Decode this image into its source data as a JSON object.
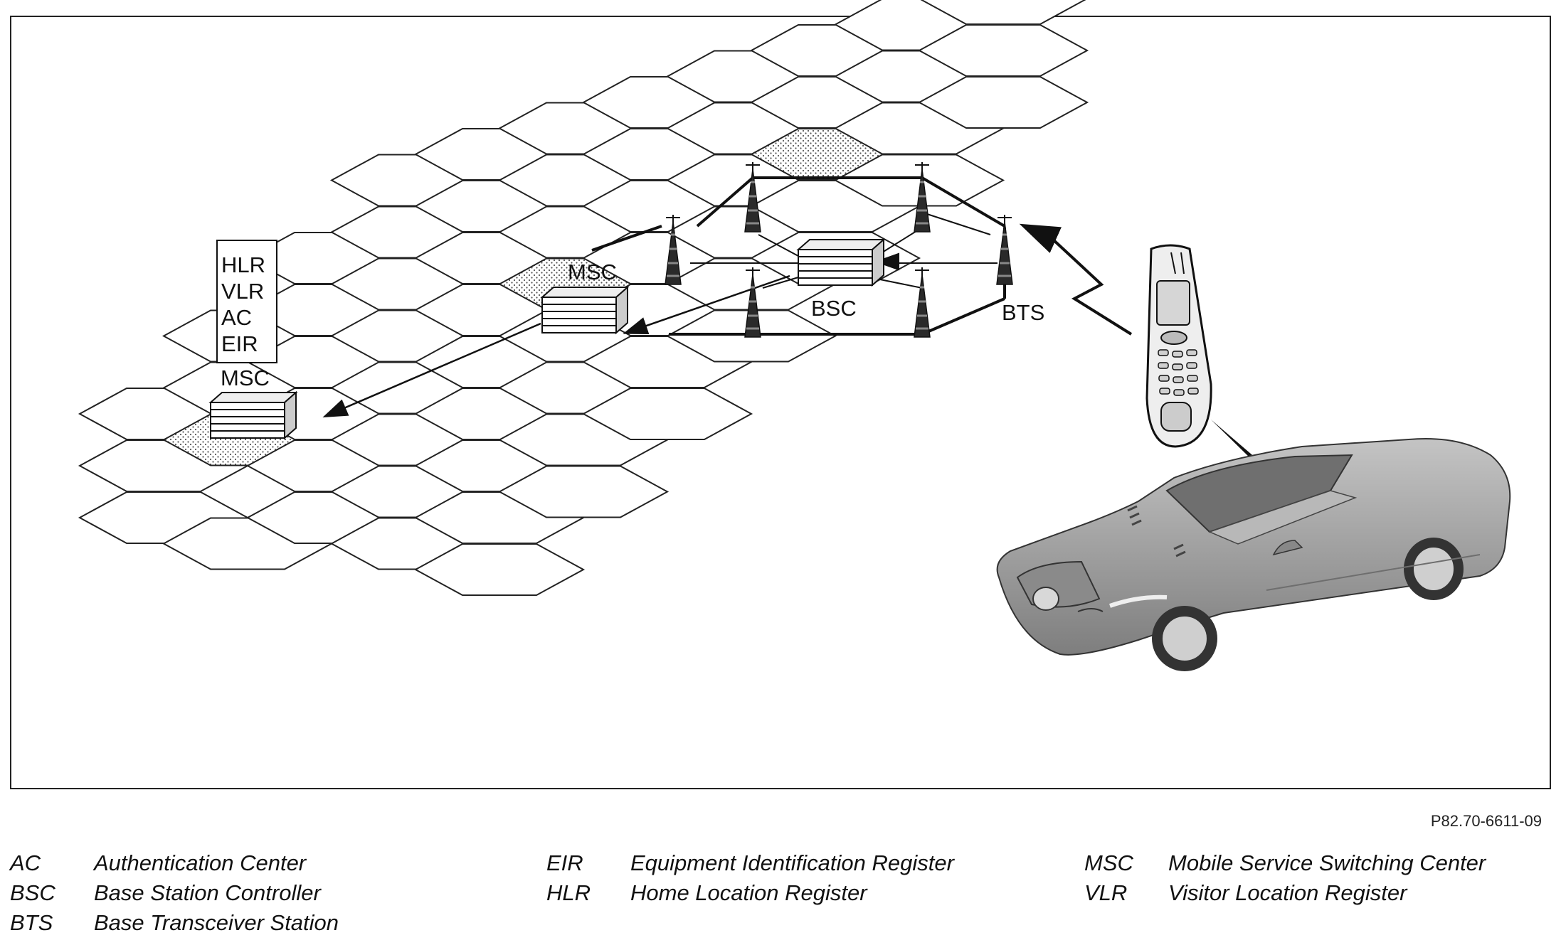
{
  "diagram": {
    "labels": {
      "registers": [
        "HLR",
        "VLR",
        "AC",
        "EIR"
      ],
      "msc_left": "MSC",
      "msc_center": "MSC",
      "bsc": "BSC",
      "bts": "BTS"
    }
  },
  "reference": "P82.70-6611-09",
  "legend": [
    {
      "abbr": "AC",
      "definition": "Authentication Center"
    },
    {
      "abbr": "BSC",
      "definition": "Base Station Controller"
    },
    {
      "abbr": "BTS",
      "definition": "Base Transceiver Station"
    },
    {
      "abbr": "EIR",
      "definition": "Equipment Identification Register"
    },
    {
      "abbr": "HLR",
      "definition": "Home Location Register"
    },
    {
      "abbr": "MSC",
      "definition": "Mobile Service Switching Center"
    },
    {
      "abbr": "VLR",
      "definition": "Visitor Location Register"
    }
  ],
  "colors": {
    "line": "#111111",
    "stipple": "#9a9a9a",
    "car_body": "#9d9d9d",
    "phone_body": "#e8e8e8"
  }
}
